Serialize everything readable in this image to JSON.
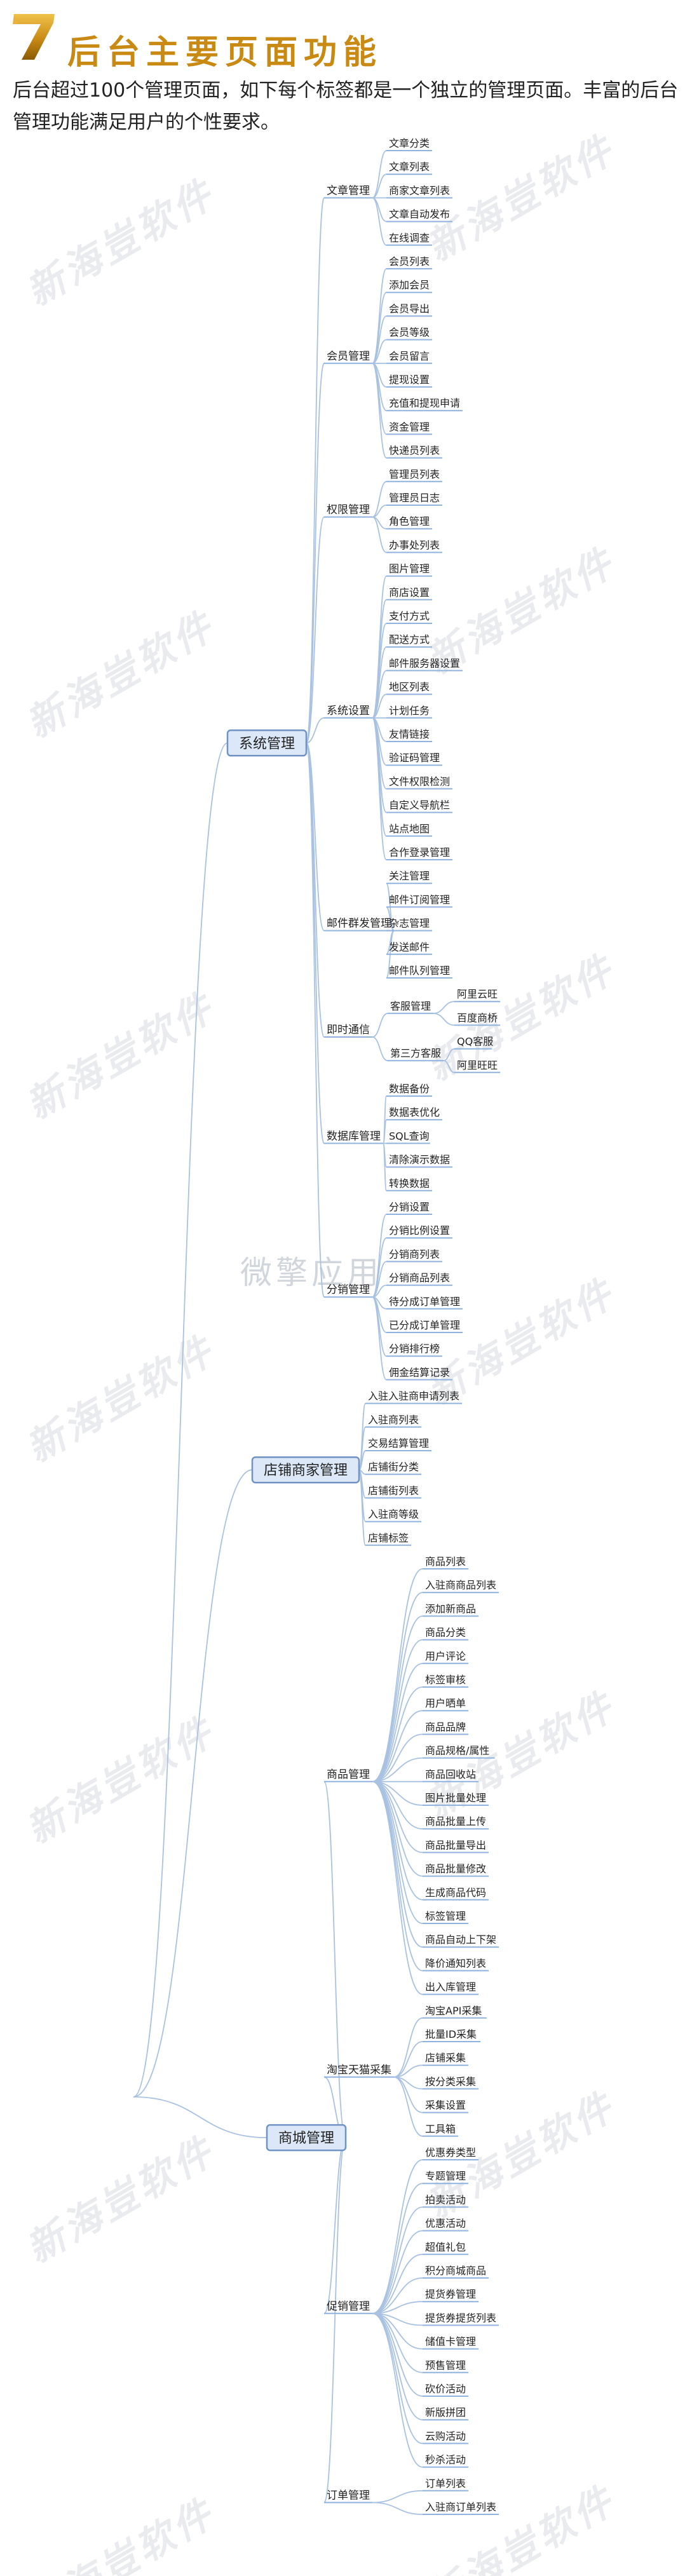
{
  "header": {
    "number": "7",
    "title": "后台主要页面功能",
    "intro": "后台超过100个管理页面，如下每个标签都是一个独立的管理页面。丰富的后台管理功能满足用户的个性要求。",
    "number_color": "#c98a14"
  },
  "watermark": {
    "logo_text": "新海豈软件",
    "center_text": "微擎应用"
  },
  "tree": [
    {
      "label": "系统管理",
      "children": [
        {
          "label": "文章管理",
          "children": [
            {
              "label": "文章分类"
            },
            {
              "label": "文章列表"
            },
            {
              "label": "商家文章列表"
            },
            {
              "label": "文章自动发布"
            },
            {
              "label": "在线调查"
            }
          ]
        },
        {
          "label": "会员管理",
          "children": [
            {
              "label": "会员列表"
            },
            {
              "label": "添加会员"
            },
            {
              "label": "会员导出"
            },
            {
              "label": "会员等级"
            },
            {
              "label": "会员留言"
            },
            {
              "label": "提现设置"
            },
            {
              "label": "充值和提现申请"
            },
            {
              "label": "资金管理"
            },
            {
              "label": "快递员列表"
            }
          ]
        },
        {
          "label": "权限管理",
          "children": [
            {
              "label": "管理员列表"
            },
            {
              "label": "管理员日志"
            },
            {
              "label": "角色管理"
            },
            {
              "label": "办事处列表"
            }
          ]
        },
        {
          "label": "系统设置",
          "children": [
            {
              "label": "图片管理"
            },
            {
              "label": "商店设置"
            },
            {
              "label": "支付方式"
            },
            {
              "label": "配送方式"
            },
            {
              "label": "邮件服务器设置"
            },
            {
              "label": "地区列表"
            },
            {
              "label": "计划任务"
            },
            {
              "label": "友情链接"
            },
            {
              "label": "验证码管理"
            },
            {
              "label": "文件权限检测"
            },
            {
              "label": "自定义导航栏"
            },
            {
              "label": "站点地图"
            },
            {
              "label": "合作登录管理"
            }
          ]
        },
        {
          "label": "邮件群发管理",
          "children": [
            {
              "label": "关注管理"
            },
            {
              "label": "邮件订阅管理"
            },
            {
              "label": "杂志管理"
            },
            {
              "label": "发送邮件"
            },
            {
              "label": "邮件队列管理"
            }
          ]
        },
        {
          "label": "即时通信",
          "children": [
            {
              "label": "客服管理",
              "children": [
                {
                  "label": "阿里云旺"
                },
                {
                  "label": "百度商桥"
                }
              ]
            },
            {
              "label": "第三方客服",
              "children": [
                {
                  "label": "QQ客服"
                },
                {
                  "label": "阿里旺旺"
                }
              ]
            }
          ]
        },
        {
          "label": "数据库管理",
          "children": [
            {
              "label": "数据备份"
            },
            {
              "label": "数据表优化"
            },
            {
              "label": "SQL查询"
            },
            {
              "label": "清除演示数据"
            },
            {
              "label": "转换数据"
            }
          ]
        },
        {
          "label": "分销管理",
          "children": [
            {
              "label": "分销设置"
            },
            {
              "label": "分销比例设置"
            },
            {
              "label": "分销商列表"
            },
            {
              "label": "分销商品列表"
            },
            {
              "label": "待分成订单管理"
            },
            {
              "label": "已分成订单管理"
            },
            {
              "label": "分销排行榜"
            },
            {
              "label": "佣金结算记录"
            }
          ]
        }
      ]
    },
    {
      "label": "店铺商家管理",
      "children": [
        {
          "label": "入驻入驻商申请列表"
        },
        {
          "label": "入驻商列表"
        },
        {
          "label": "交易结算管理"
        },
        {
          "label": "店铺街分类"
        },
        {
          "label": "店铺街列表"
        },
        {
          "label": "入驻商等级"
        },
        {
          "label": "店铺标签"
        }
      ]
    },
    {
      "label": "商城管理",
      "children": [
        {
          "label": "商品管理",
          "children": [
            {
              "label": "商品列表"
            },
            {
              "label": "入驻商商品列表"
            },
            {
              "label": "添加新商品"
            },
            {
              "label": "商品分类"
            },
            {
              "label": "用户评论"
            },
            {
              "label": "标签审核"
            },
            {
              "label": "用户晒单"
            },
            {
              "label": "商品品牌"
            },
            {
              "label": "商品规格/属性"
            },
            {
              "label": "商品回收站"
            },
            {
              "label": "图片批量处理"
            },
            {
              "label": "商品批量上传"
            },
            {
              "label": "商品批量导出"
            },
            {
              "label": "商品批量修改"
            },
            {
              "label": "生成商品代码"
            },
            {
              "label": "标签管理"
            },
            {
              "label": "商品自动上下架"
            },
            {
              "label": "降价通知列表"
            },
            {
              "label": "出入库管理"
            }
          ]
        },
        {
          "label": "淘宝天猫采集",
          "children": [
            {
              "label": "淘宝API采集"
            },
            {
              "label": "批量ID采集"
            },
            {
              "label": "店铺采集"
            },
            {
              "label": "按分类采集"
            },
            {
              "label": "采集设置"
            },
            {
              "label": "工具箱"
            }
          ]
        },
        {
          "label": "促销管理",
          "children": [
            {
              "label": "优惠券类型"
            },
            {
              "label": "专题管理"
            },
            {
              "label": "拍卖活动"
            },
            {
              "label": "优惠活动"
            },
            {
              "label": "超值礼包"
            },
            {
              "label": "积分商城商品"
            },
            {
              "label": "提货券管理"
            },
            {
              "label": "提货券提货列表"
            },
            {
              "label": "储值卡管理"
            },
            {
              "label": "预售管理"
            },
            {
              "label": "砍价活动"
            },
            {
              "label": "新版拼团"
            },
            {
              "label": "云购活动"
            },
            {
              "label": "秒杀活动"
            }
          ]
        },
        {
          "label": "订单管理",
          "children": [
            {
              "label": "订单列表"
            },
            {
              "label": "入驻商订单列表"
            }
          ]
        }
      ]
    }
  ]
}
